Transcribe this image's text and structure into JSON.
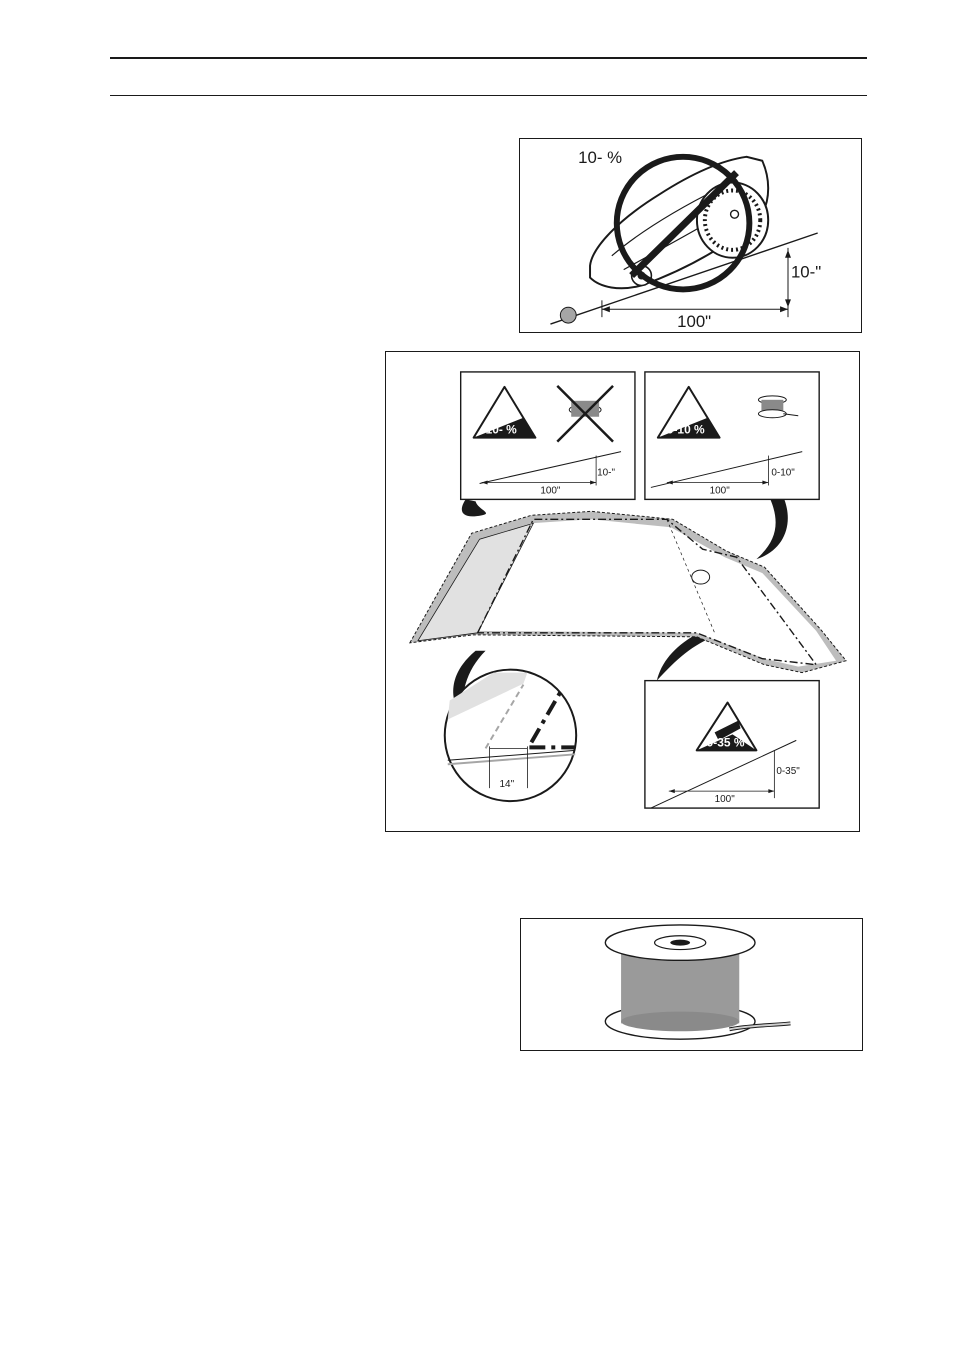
{
  "colors": {
    "ink": "#1a1a1a",
    "paper": "#ffffff",
    "stone": "#bdbdbd",
    "grass_slope": "#e1e1e1",
    "marker_gray": "#a6a6a6"
  },
  "fig_mower": {
    "slope_label": "10- %",
    "rise_label": "10-\"",
    "run_label": "100\"",
    "prohibition_icon": "no-entry-icon"
  },
  "fig_garden": {
    "panel_steep": {
      "badge": "10- %",
      "rise": "10-\"",
      "run": "100\"",
      "icon": "crossed-out-wire-spool-icon"
    },
    "panel_moderate": {
      "badge": "0-10 %",
      "rise": "0-10\"",
      "run": "100\"",
      "icon": "wire-spool-icon"
    },
    "panel_max": {
      "badge": "0-35 %",
      "rise": "0-35\"",
      "run": "100\"",
      "icon": "mower-on-slope-icon"
    },
    "detail": {
      "distance": "14\""
    }
  },
  "fig_spool": {
    "icon": "boundary-wire-spool-icon"
  }
}
